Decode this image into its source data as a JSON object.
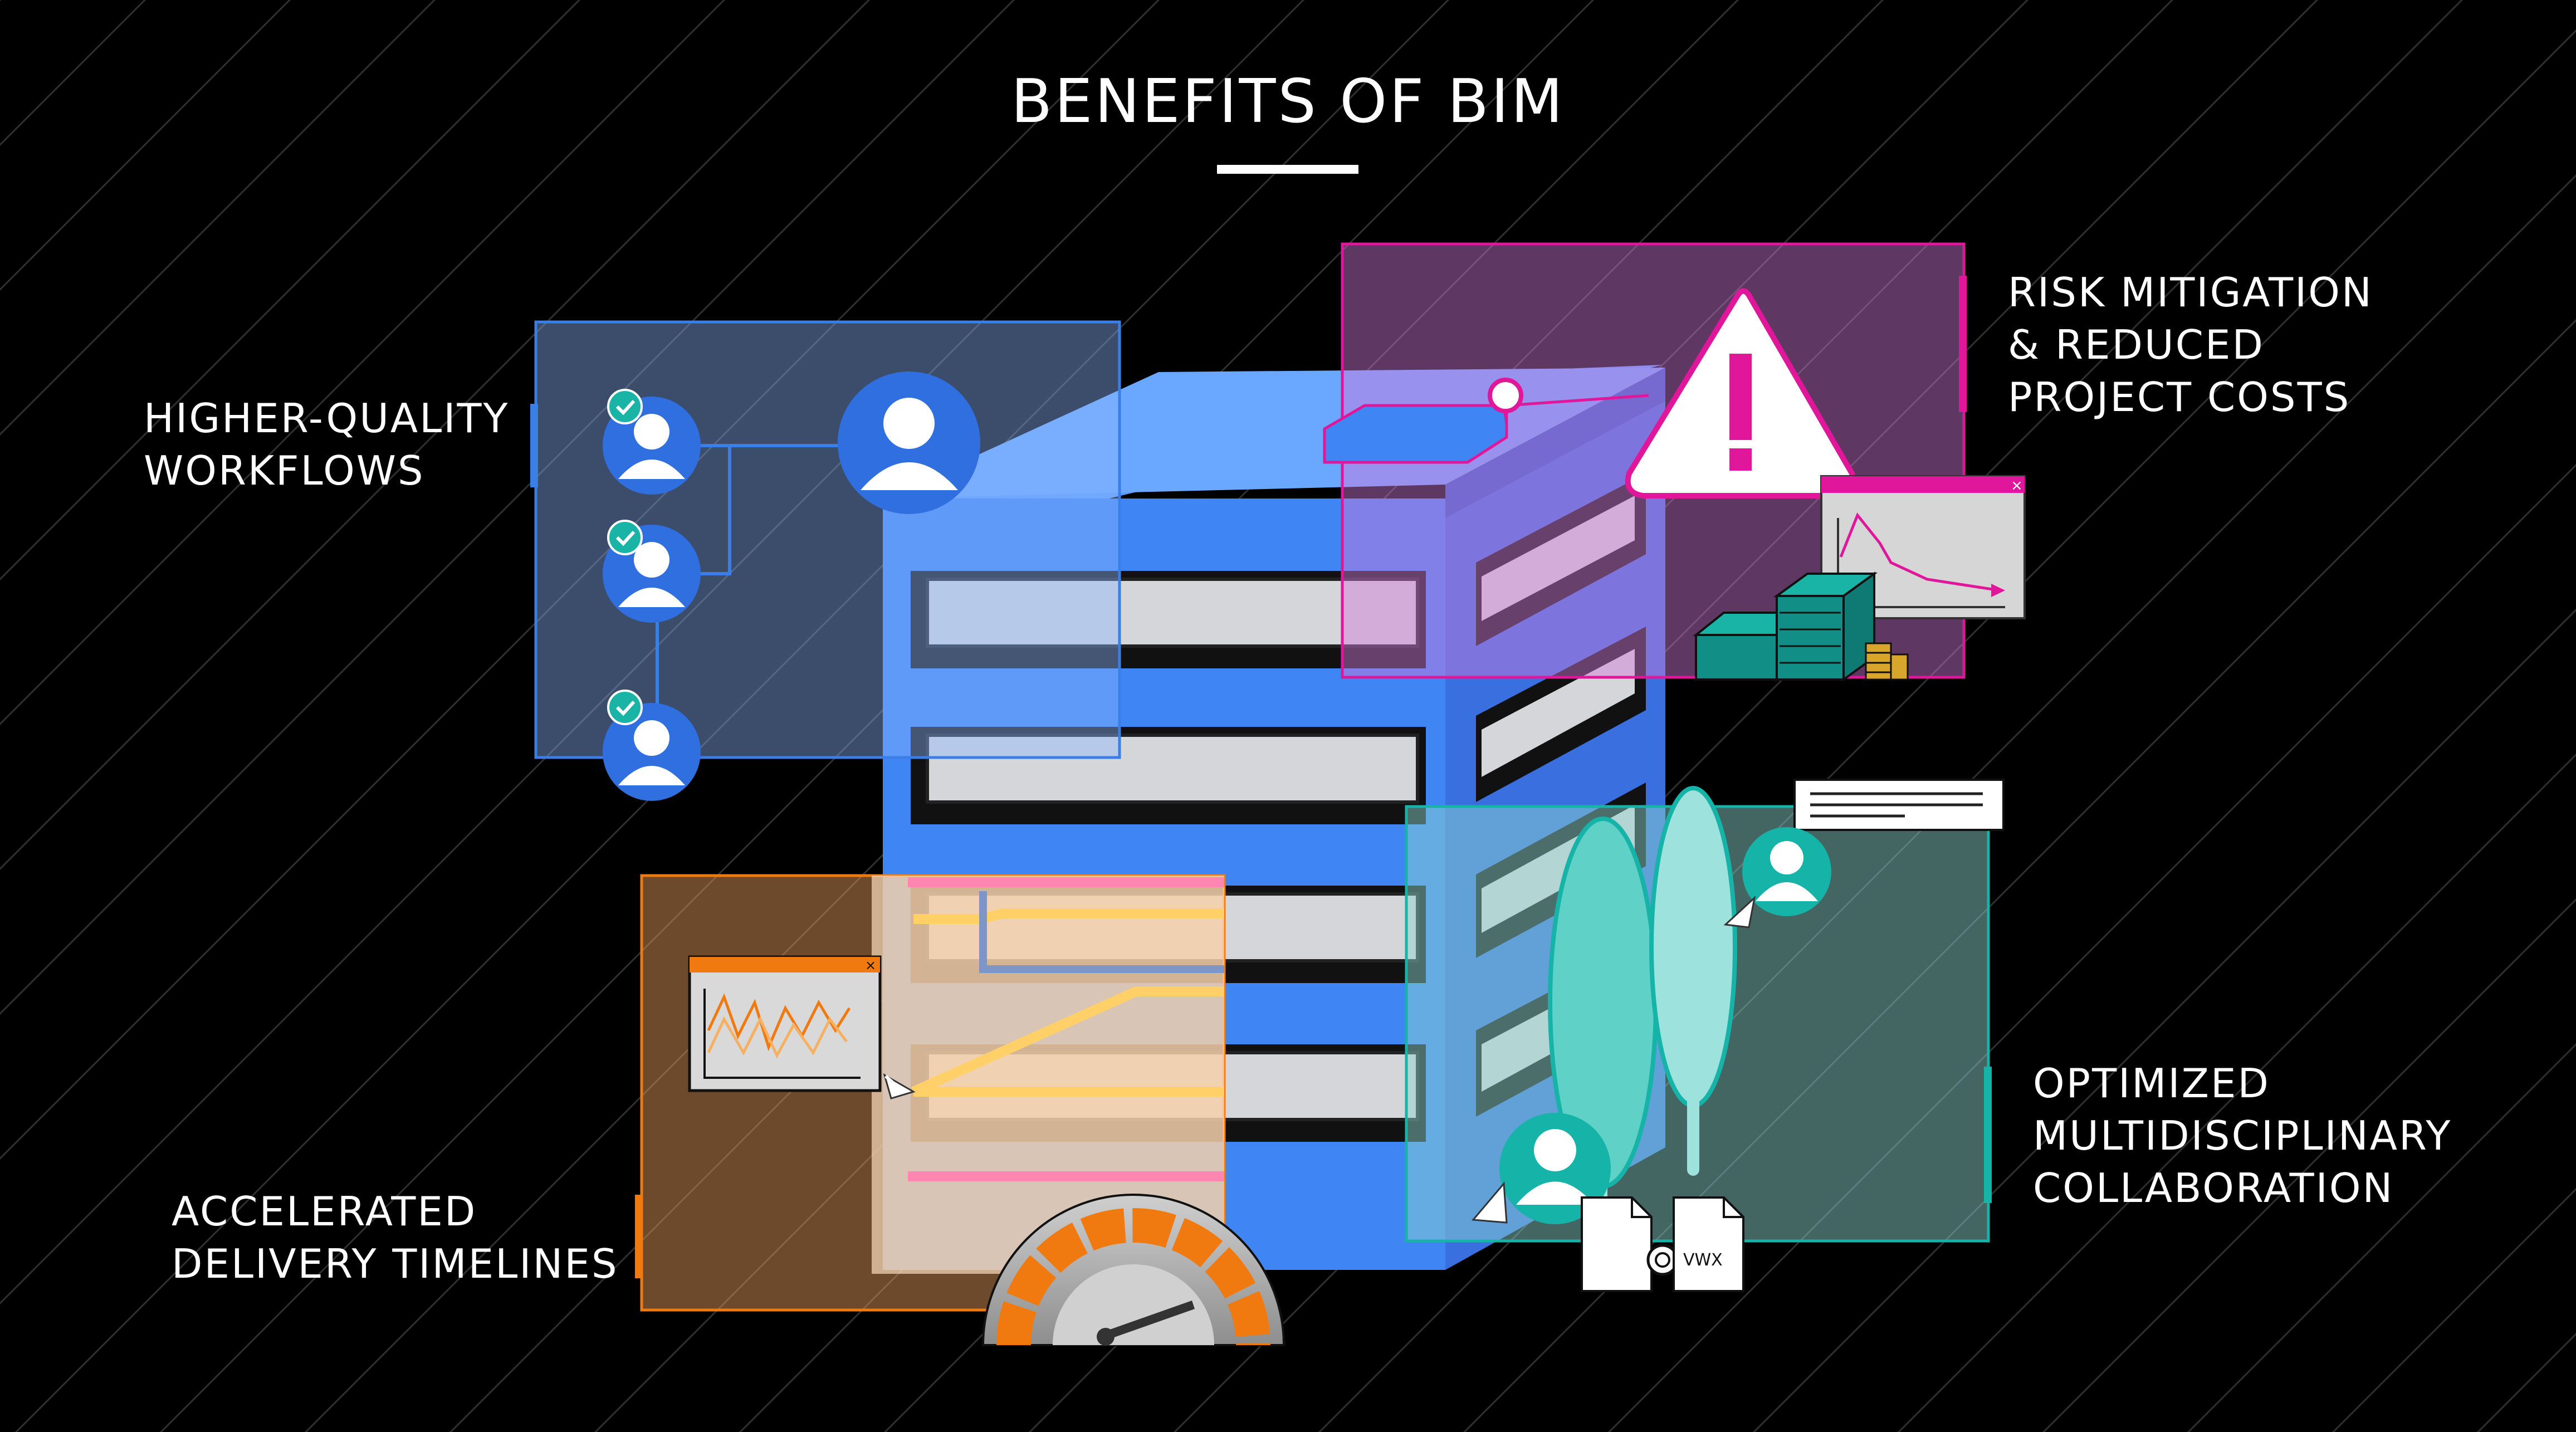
{
  "title": "BENEFITS OF BIM",
  "benefits": {
    "workflows": [
      "HIGHER-QUALITY",
      "WORKFLOWS"
    ],
    "risk": [
      "RISK MITIGATION",
      "& REDUCED",
      "PROJECT COSTS"
    ],
    "timelines": [
      "ACCELERATED",
      "DELIVERY TIMELINES"
    ],
    "collaboration": [
      "OPTIMIZED",
      "MULTIDISCIPLINARY",
      "COLLABORATION"
    ]
  },
  "file_label": "VWX",
  "colors": {
    "background": "#000000",
    "workflows": "#3a7ee8",
    "risk": "#e0169b",
    "timelines": "#f07a10",
    "collaboration": "#16b3a8",
    "building": "#3f86f4"
  },
  "icons": [
    "user-icon",
    "check-badge-icon",
    "warning-icon",
    "chart-window-icon",
    "money-stack-icon",
    "coin-stack-icon",
    "speedometer-icon",
    "tree-icon",
    "cursor-icon",
    "comment-bubble-icon",
    "file-icon",
    "close-icon"
  ]
}
